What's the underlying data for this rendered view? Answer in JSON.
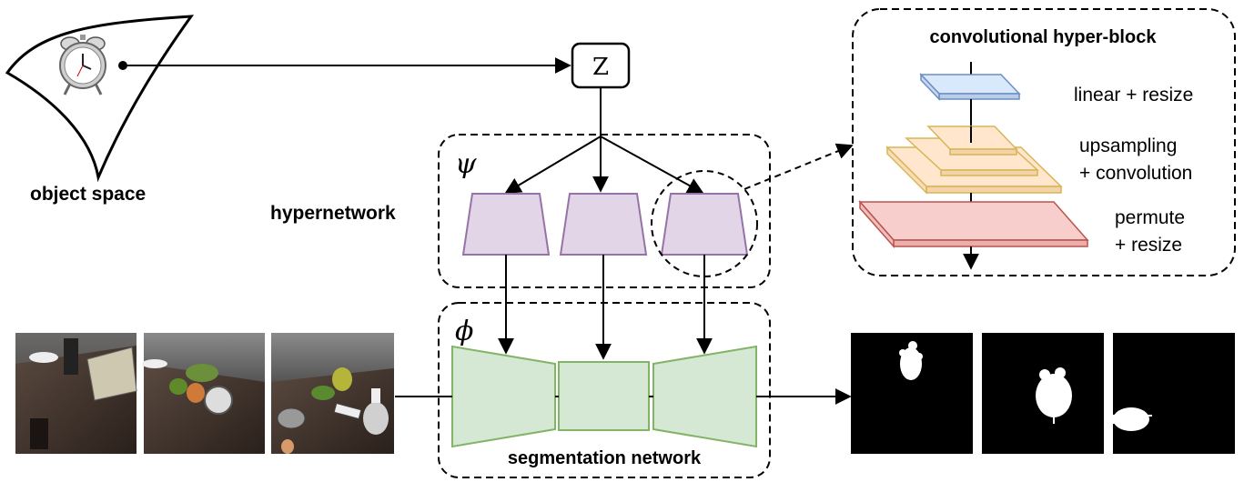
{
  "labels": {
    "object_space": "object space",
    "hypernetwork": "hypernetwork",
    "segmentation_network": "segmentation network",
    "z": "Z",
    "psi": "ψ",
    "phi": "ϕ",
    "hyper_block_title": "convolutional hyper-block",
    "linear_resize": "linear + resize",
    "upsampling": "upsampling",
    "plus_convolution": "+ convolution",
    "permute": "permute",
    "plus_resize": "+ resize"
  },
  "colors": {
    "hypernet_purple": "#e1d5e7",
    "hypernet_purple_stroke": "#9673a6",
    "segnet_green": "#d5e8d4",
    "segnet_green_stroke": "#82b366",
    "linear_blue": "#dae8fc",
    "linear_blue_stroke": "#6c8ebf",
    "conv_orange": "#ffe6cc",
    "conv_orange_stroke": "#d6b656",
    "permute_red": "#f8cecc",
    "permute_red_stroke": "#b85450",
    "table_brown": "#3a2e28",
    "mask_black": "#000000",
    "mask_white": "#ffffff"
  },
  "icons": {
    "object": "alarm-clock-icon"
  }
}
